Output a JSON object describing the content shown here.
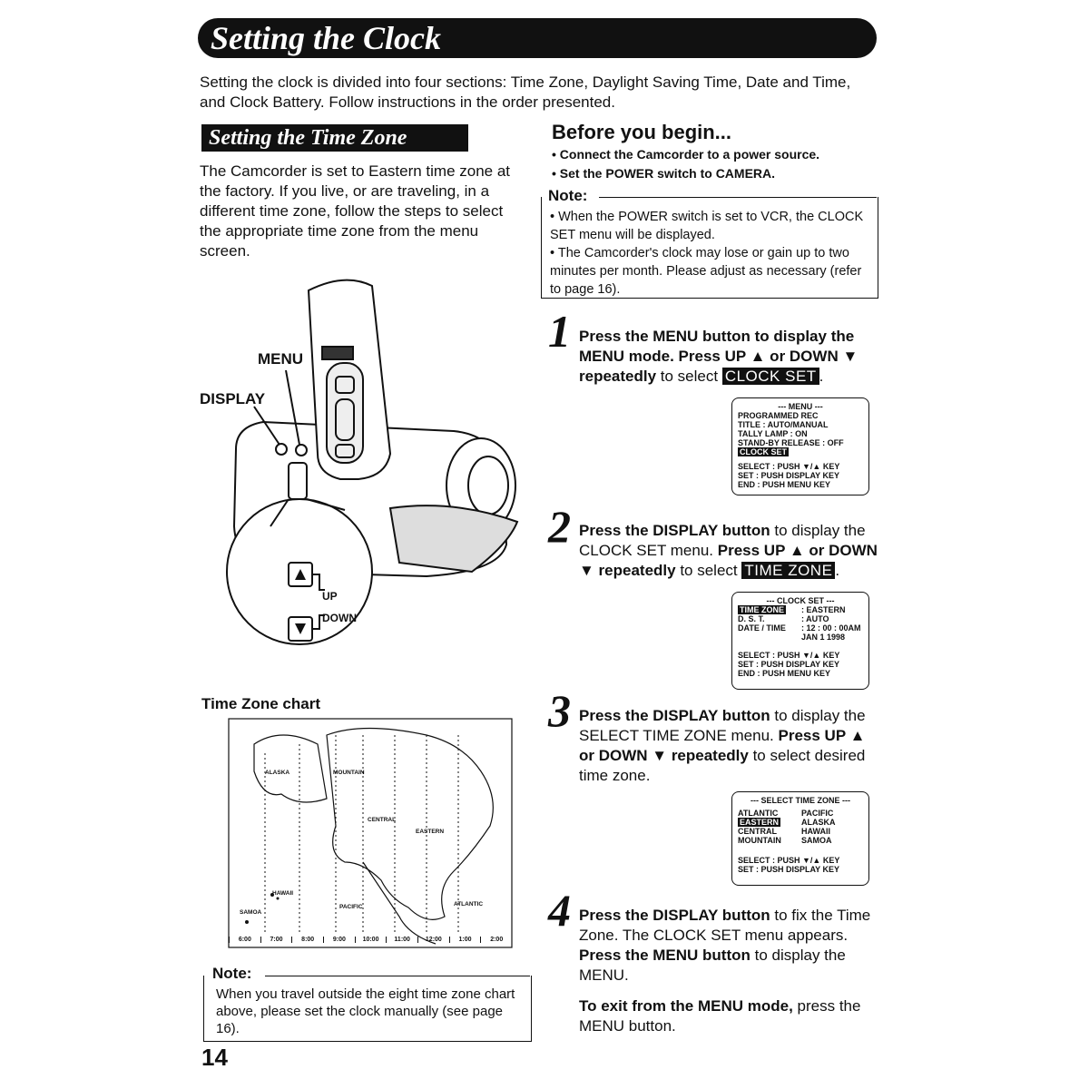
{
  "title": "Setting the Clock",
  "intro": "Setting the clock is divided into four sections: Time Zone, Daylight Saving Time, Date and Time, and Clock Battery. Follow instructions in the order presented.",
  "section_title": "Setting the Time Zone",
  "section_para": "The Camcorder is set to Eastern time zone at the factory. If you live, or are traveling, in a different time zone, follow the steps to select the appropriate time zone from the menu screen.",
  "illus": {
    "menu_label": "MENU",
    "display_label": "DISPLAY",
    "up_label": "UP",
    "down_label": "DOWN"
  },
  "before": {
    "heading": "Before you begin...",
    "bullets": [
      "• Connect the Camcorder to a power source.",
      "• Set the POWER switch to CAMERA."
    ]
  },
  "note1": {
    "heading": "Note:",
    "items": [
      "• When the POWER switch is set to VCR, the CLOCK SET menu will be displayed.",
      "• The Camcorder's clock may lose or gain up to two minutes per month. Please adjust as necessary (refer to page 16)."
    ]
  },
  "steps": [
    {
      "num": "1",
      "b1": "Press the MENU button to display the MENU mode. Press UP ▲ or DOWN ▼ repeatedly",
      "t1": " to select ",
      "inv": "CLOCK SET",
      "t2": "."
    },
    {
      "num": "2",
      "b1": "Press the DISPLAY button",
      "t1": " to display the CLOCK SET menu. ",
      "b2": "Press UP ▲ or DOWN ▼ repeatedly",
      "t2": " to select ",
      "inv": "TIME ZONE",
      "t3": "."
    },
    {
      "num": "3",
      "b1": "Press the DISPLAY button",
      "t1": " to display the SELECT TIME ZONE menu. ",
      "b2": "Press UP ▲ or DOWN ▼ repeatedly",
      "t2": " to select desired time zone."
    },
    {
      "num": "4",
      "b1": "Press the DISPLAY button",
      "t1": " to fix the Time Zone. The CLOCK SET menu appears. ",
      "b2": "Press the MENU button",
      "t2": " to display the MENU."
    }
  ],
  "screen1": {
    "hdr": "--- MENU ---",
    "rows": [
      "PROGRAMMED REC",
      "TITLE        : AUTO/MANUAL",
      "TALLY LAMP          : ON",
      "STAND-BY RELEASE : OFF"
    ],
    "sel": "CLOCK SET",
    "foot": [
      "SELECT : PUSH ▼/▲ KEY",
      "SET     : PUSH DISPLAY KEY",
      "END     : PUSH MENU KEY"
    ]
  },
  "screen2": {
    "hdr": "--- CLOCK SET ---",
    "sel": "TIME ZONE",
    "sel_val": ": EASTERN",
    "rows": [
      [
        "D. S. T.",
        ": AUTO"
      ],
      [
        "DATE / TIME",
        ": 12 : 00 : 00AM"
      ],
      [
        "",
        "  JAN  1  1998"
      ]
    ],
    "foot": [
      "SELECT : PUSH ▼/▲ KEY",
      "SET     : PUSH DISPLAY KEY",
      "END     : PUSH MENU KEY"
    ]
  },
  "screen3": {
    "hdr": "--- SELECT TIME ZONE ---",
    "left": [
      "ATLANTIC",
      "EASTERN",
      "CENTRAL",
      "MOUNTAIN"
    ],
    "right": [
      "PACIFIC",
      "ALASKA",
      "HAWAII",
      "SAMOA"
    ],
    "foot": [
      "SELECT : PUSH ▼/▲ KEY",
      "SET     : PUSH DISPLAY KEY"
    ]
  },
  "chart": {
    "heading": "Time Zone chart",
    "zones": [
      "ALASKA",
      "MOUNTAIN",
      "CENTRAL",
      "EASTERN",
      "HAWAII",
      "SAMOA",
      "PACIFIC",
      "ATLANTIC"
    ],
    "times": [
      "6:00",
      "7:00",
      "8:00",
      "9:00",
      "10:00",
      "11:00",
      "12:00",
      "1:00",
      "2:00"
    ]
  },
  "note2": {
    "heading": "Note:",
    "body": "When you travel outside the eight time zone chart above, please set the clock manually (see page 16)."
  },
  "exit": {
    "bold": "To exit from the MENU mode,",
    "text": " press the MENU button."
  },
  "page_number": "14"
}
